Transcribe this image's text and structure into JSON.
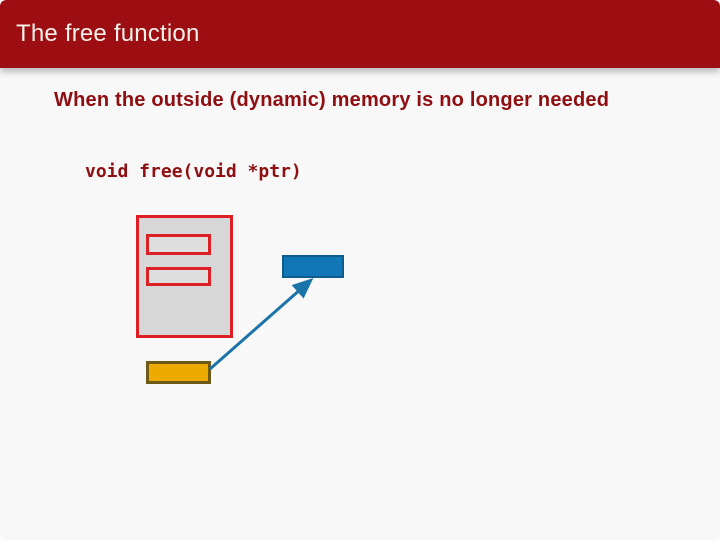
{
  "slide": {
    "header": {
      "title": "The free function"
    },
    "content": {
      "subtitle": "When the outside (dynamic) memory is no longer needed",
      "code": "void free(void *ptr)"
    },
    "diagram": {
      "heap_chunk_count": 2
    }
  },
  "colors": {
    "slide-bg": "#f8f8f8",
    "header-bg": "#9c0e11",
    "header-text": "#f6f1ea",
    "body-text": "#8e0e11",
    "heap-border": "#dc2026",
    "heap-fill": "#d7d7d7",
    "chunk-fill": "#dedede",
    "pointer-fill": "#1277b7",
    "pointer-border": "#0e5c8e",
    "freed-fill": "#edaa00",
    "freed-border": "#6d5a17",
    "arrow": "#1b74a9"
  }
}
